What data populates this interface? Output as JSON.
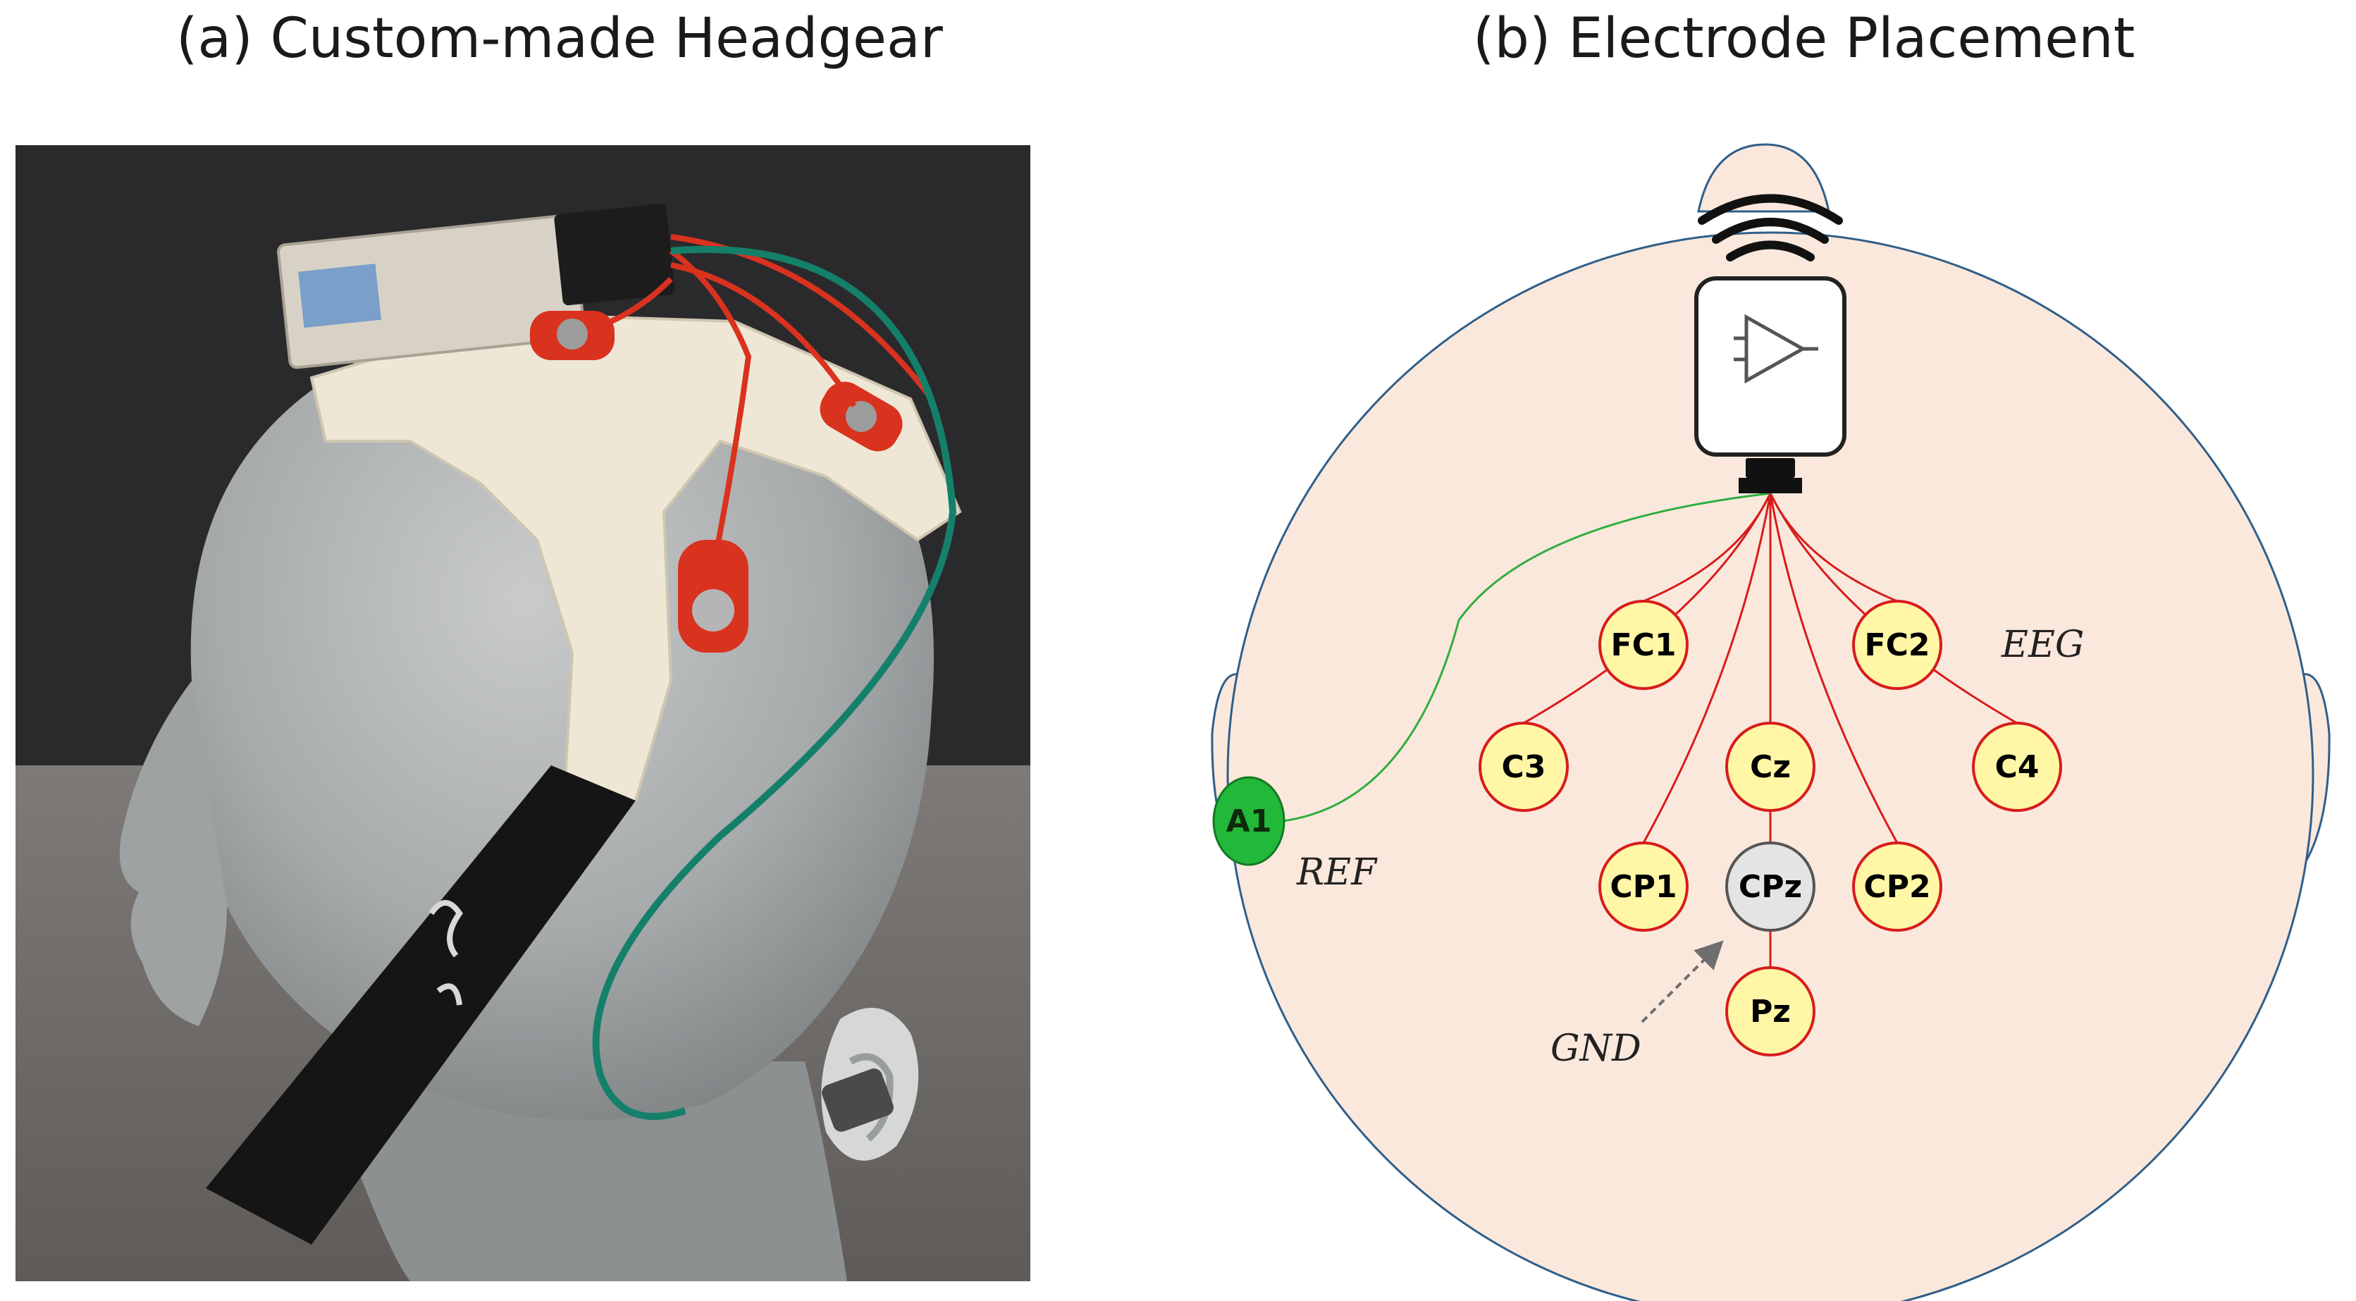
{
  "panel_a": {
    "title": "(a) Custom-made Headgear"
  },
  "panel_b": {
    "title": "(b) Electrode Placement",
    "electrodes": {
      "fc1": "FC1",
      "fc2": "FC2",
      "c3": "C3",
      "cz": "Cz",
      "c4": "C4",
      "cp1": "CP1",
      "cpz": "CPz",
      "cp2": "CP2",
      "pz": "Pz",
      "a1": "A1"
    },
    "annotations": {
      "eeg": "EEG",
      "ref": "REF",
      "gnd": "GND"
    }
  },
  "colors": {
    "head_fill": "#fbe8dc",
    "head_stroke": "#2f5f8a",
    "electrode_fill": "#fff7a6",
    "electrode_stroke": "#d81c1c",
    "ground_fill": "#e4e4e4",
    "ref_fill": "#22b83a",
    "ref_wire": "#2fae3e",
    "signal_wire": "#d81c1c",
    "ground_wire": "#222222"
  }
}
